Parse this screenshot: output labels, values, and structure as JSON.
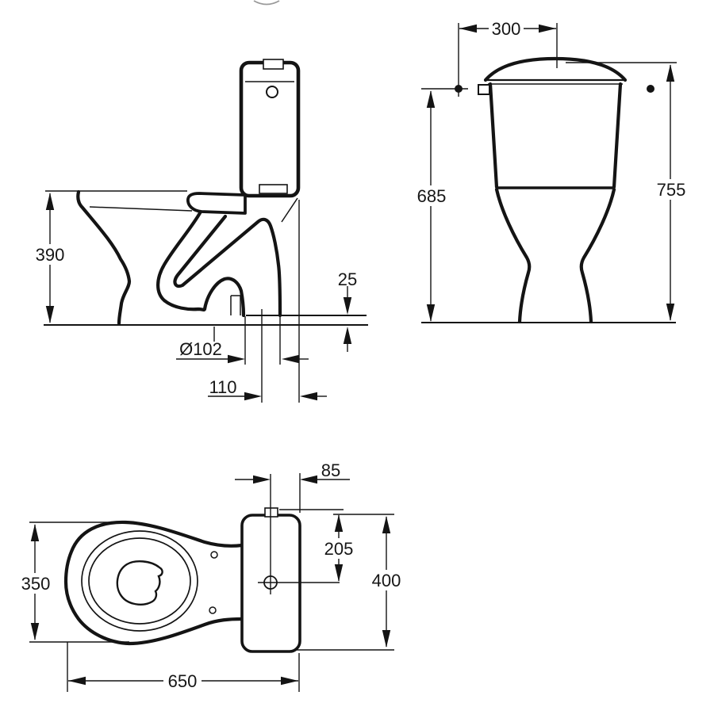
{
  "drawing": {
    "type": "sanitary-ware technical dimension drawing (close-coupled WC, three orthographic views)",
    "colors": {
      "line": "#141414",
      "background": "#ffffff"
    },
    "views": {
      "side": "side elevation",
      "front": "front elevation",
      "plan": "plan view"
    },
    "dims": {
      "side_bowl_height": "390",
      "side_outlet_clearance": "25",
      "side_outlet_diameter": "Ø102",
      "side_outlet_setback": "110",
      "front_flush_offset": "300",
      "front_tank_height": "685",
      "front_overall_height": "755",
      "plan_inlet_offset": "85",
      "plan_inlet_depth": "205",
      "plan_rear_width": "400",
      "plan_bowl_width": "350",
      "plan_overall_depth": "650"
    }
  }
}
